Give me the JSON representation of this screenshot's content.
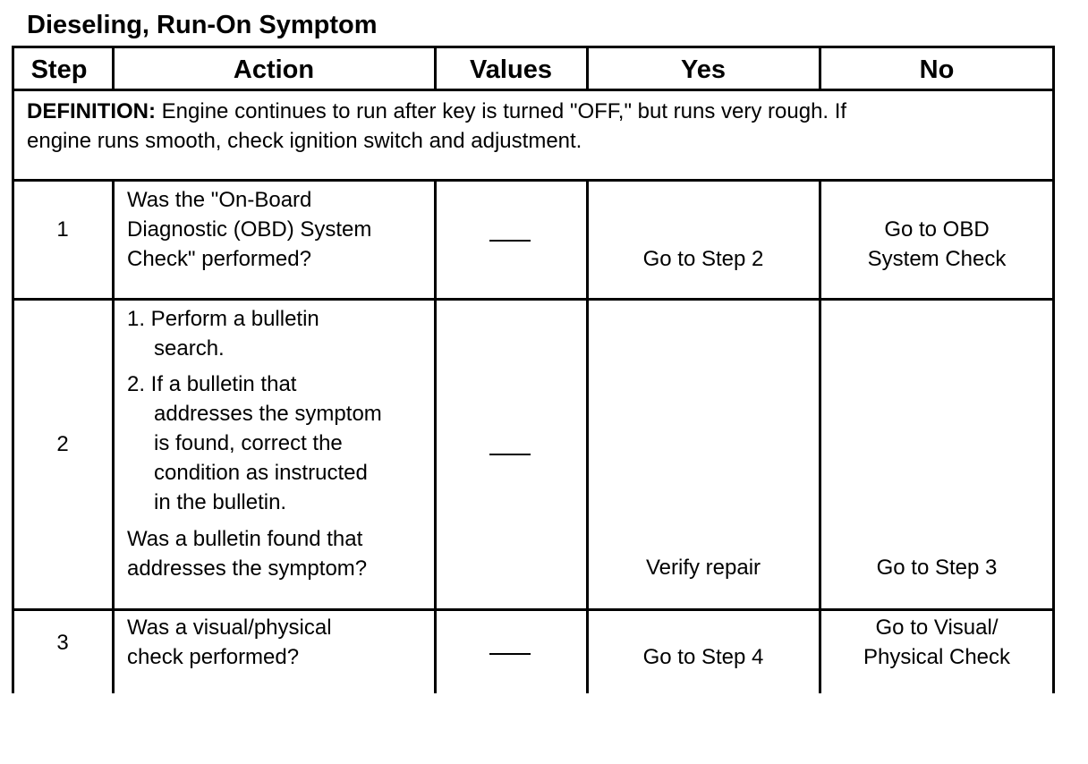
{
  "title": "Dieseling, Run-On Symptom",
  "headers": {
    "step": "Step",
    "action": "Action",
    "values": "Values",
    "yes": "Yes",
    "no": "No"
  },
  "definition": {
    "label": "DEFINITION:",
    "line1": " Engine continues to run after key is turned \"OFF,\" but runs very rough.  If",
    "line2": "engine runs smooth, check ignition switch and adjustment."
  },
  "rows": [
    {
      "step": "1",
      "action": [
        "Was the \"On-Board",
        "Diagnostic (OBD) System",
        "Check\" performed?"
      ],
      "value": "—",
      "yes": "Go to Step 2",
      "no": [
        "Go to OBD",
        "System Check"
      ]
    },
    {
      "step": "2",
      "action_items": [
        "1. Perform a bulletin",
        "search.",
        "2. If a bulletin that",
        "addresses the symptom",
        "is found, correct the",
        "condition as instructed",
        "in the bulletin."
      ],
      "action_question": [
        "Was a bulletin found that",
        "addresses the symptom?"
      ],
      "value": "—",
      "yes": "Verify repair",
      "no": "Go to Step 3"
    },
    {
      "step": "3",
      "action": [
        "Was a visual/physical",
        "check performed?"
      ],
      "value": "—",
      "yes": "Go to Step 4",
      "no": [
        "Go to Visual/",
        "Physical Check"
      ]
    }
  ]
}
